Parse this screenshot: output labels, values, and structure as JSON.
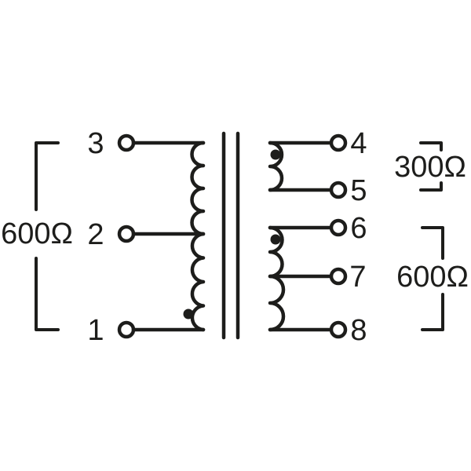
{
  "diagram": {
    "windings": {
      "primary": {
        "impedance": "600Ω",
        "terminals": [
          "3",
          "2",
          "1"
        ]
      },
      "secondary_top": {
        "impedance": "300Ω",
        "terminals": [
          "4",
          "5"
        ]
      },
      "secondary_bottom": {
        "impedance": "600Ω",
        "terminals": [
          "6",
          "7",
          "8"
        ]
      }
    },
    "colors": {
      "line": "#1d1d1b",
      "background": "#ffffff"
    }
  }
}
